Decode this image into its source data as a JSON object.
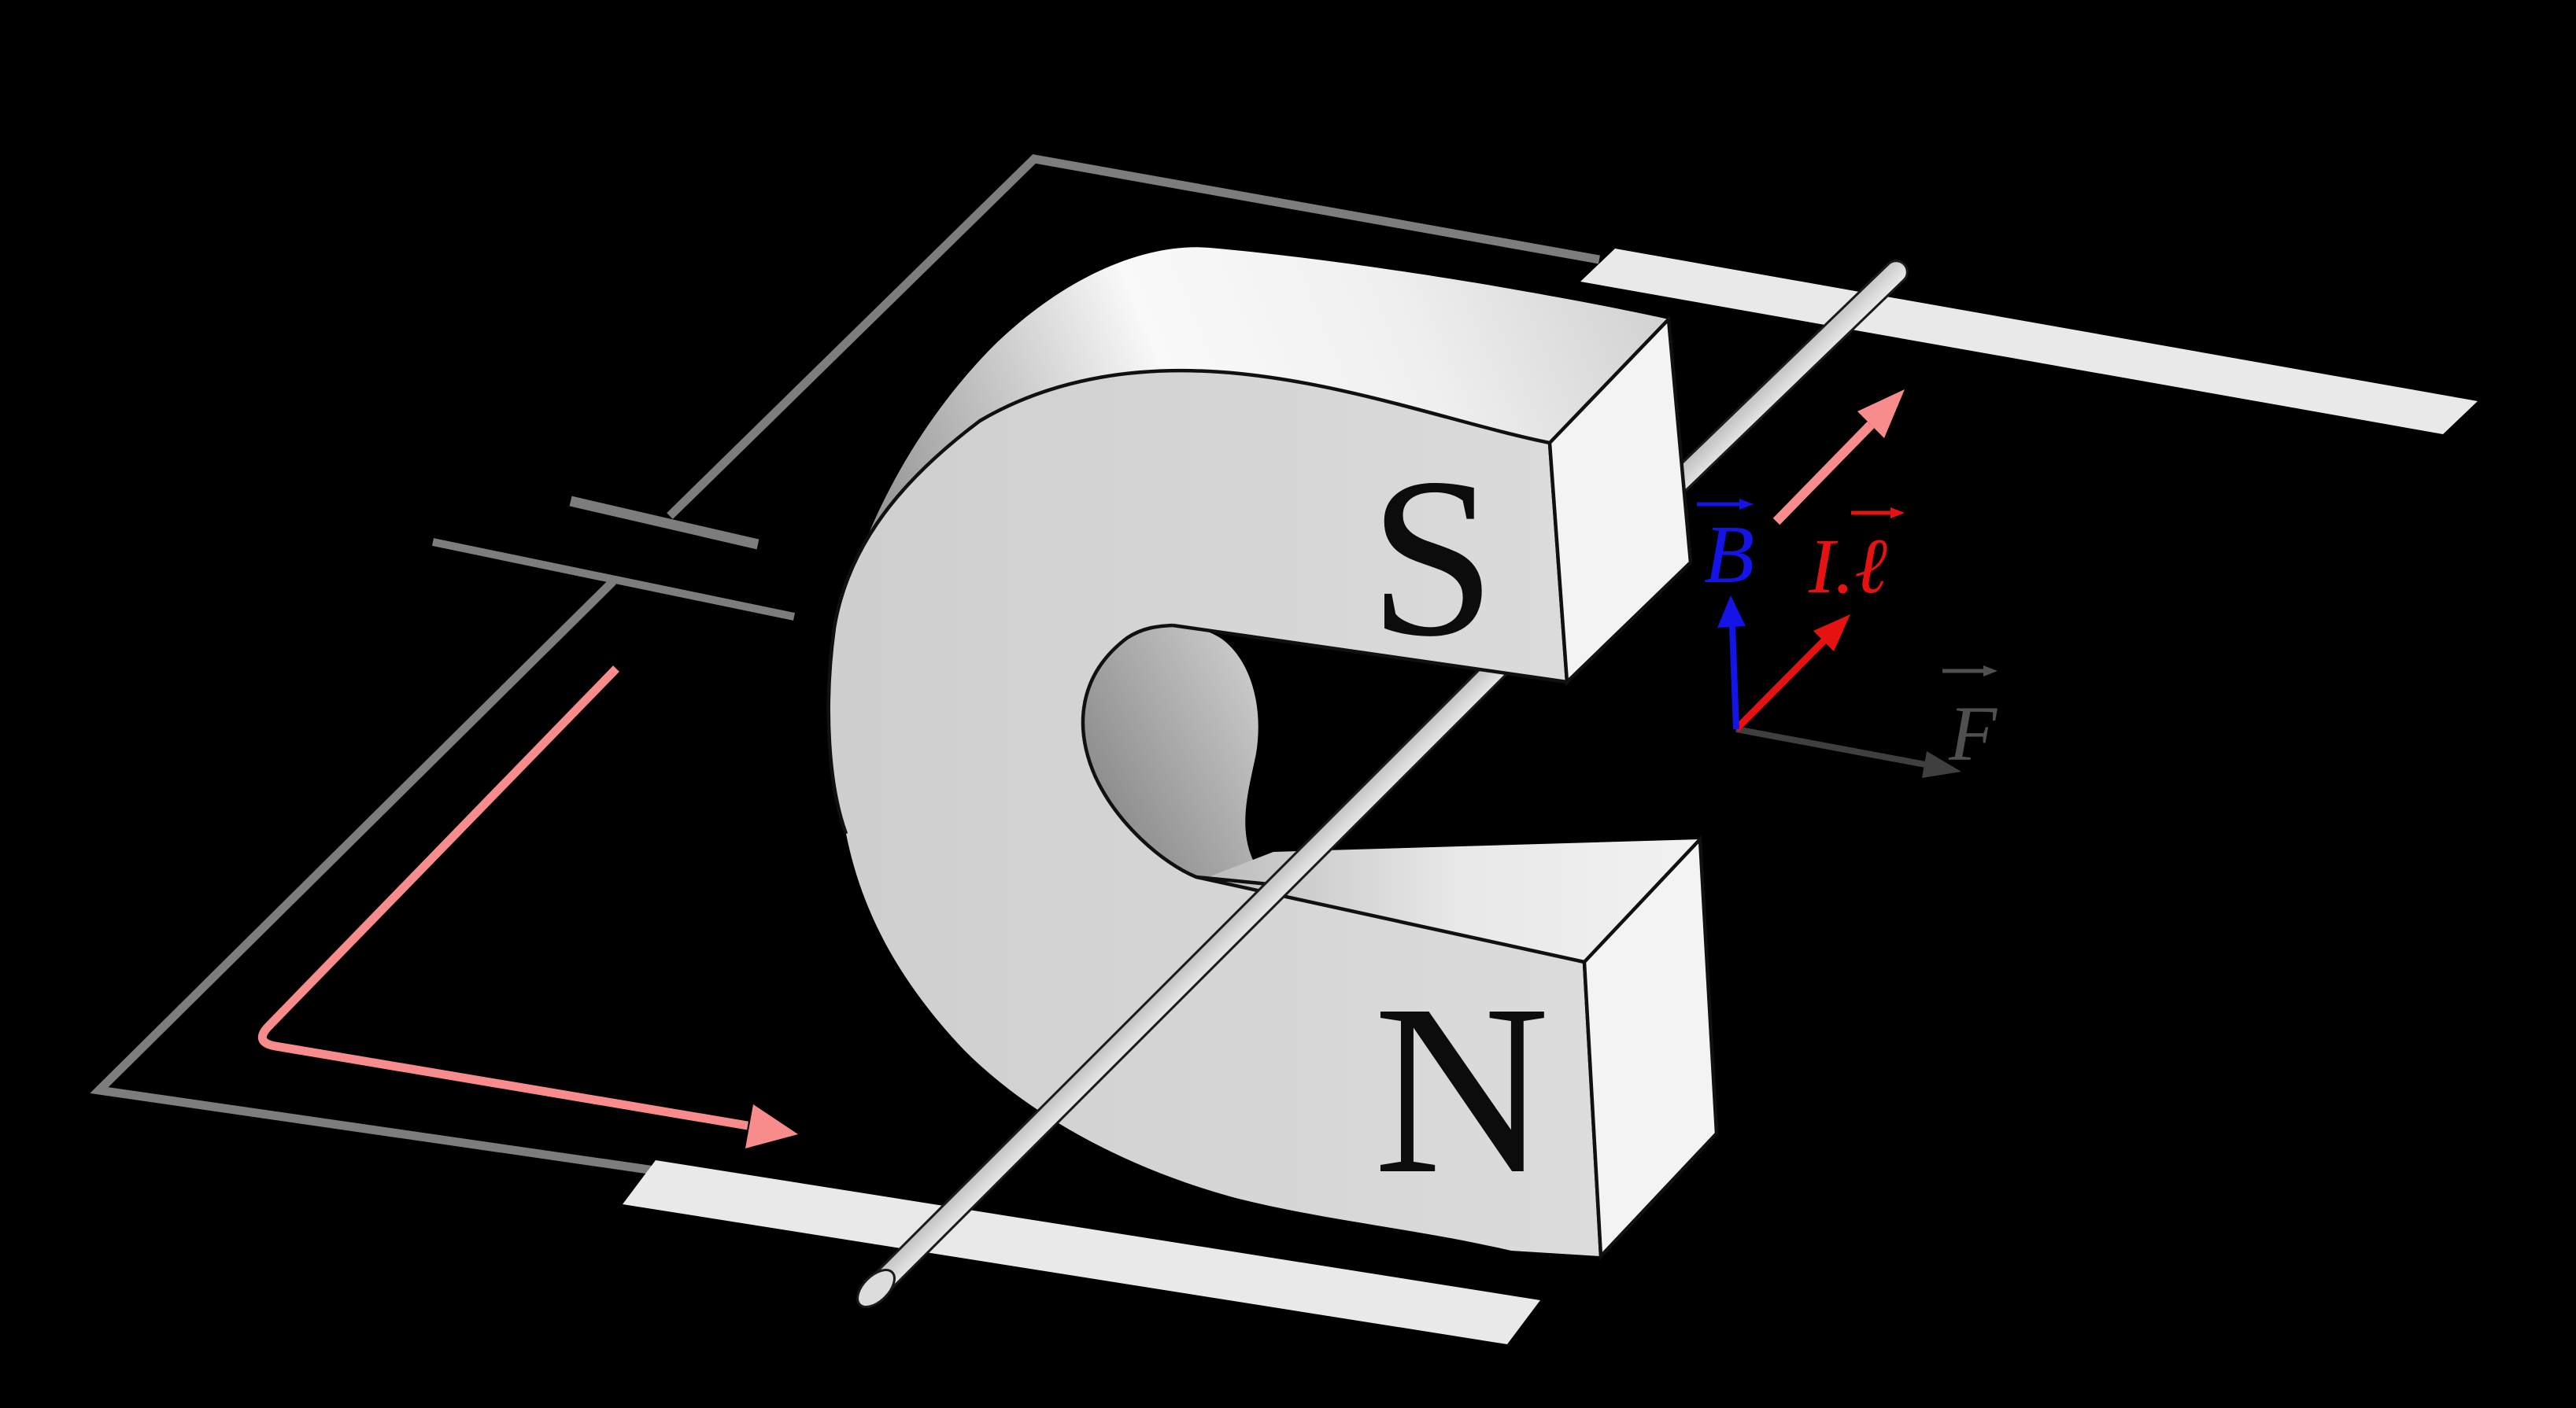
{
  "background_color": "#000000",
  "magnet": {
    "south_pole_label": "S",
    "north_pole_label": "N",
    "front_color": "#d6d6d6",
    "side_color": "#f3f3f3",
    "edge_color": "#101010"
  },
  "circuit": {
    "wire_color": "#7d7d7d",
    "rail_color": "#e9e9e9",
    "rod_color": "#d9d9d9",
    "current_color": "#f88c8c"
  },
  "vectors": {
    "magnetic_field": {
      "label": "B",
      "color": "#1414e6"
    },
    "current_element": {
      "label": "I.ℓ",
      "color": "#e61212"
    },
    "force": {
      "label": "F",
      "color": "#4a4a4a"
    }
  }
}
